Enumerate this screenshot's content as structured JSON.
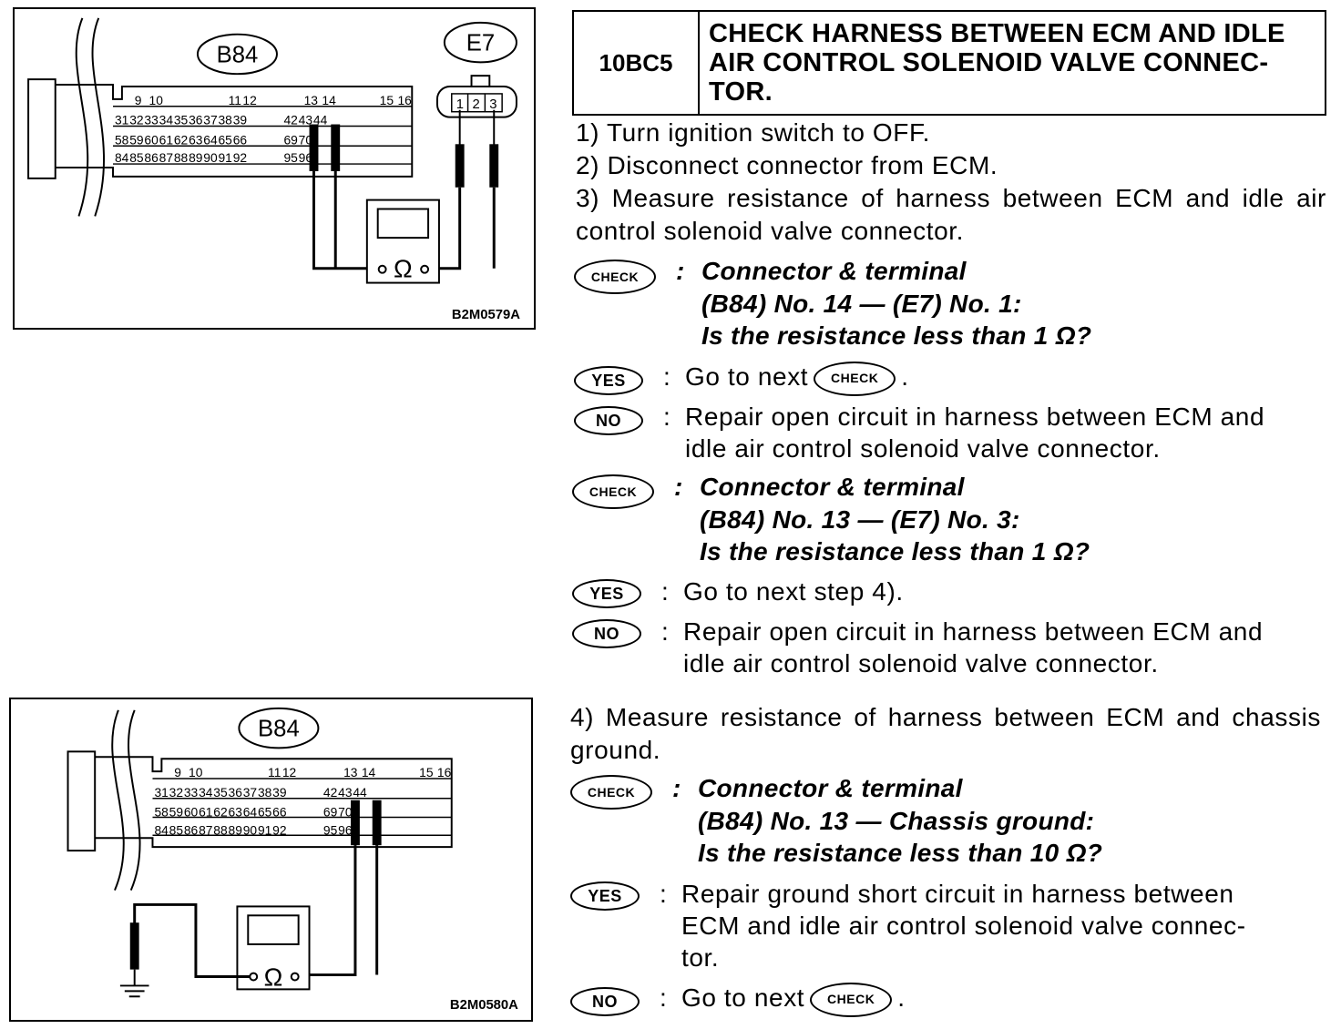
{
  "figures": [
    {
      "caption": "B2M0579A",
      "connector_b84": "B84",
      "connector_e7": "E7",
      "pins_top": [
        "9",
        "10",
        "11",
        "12",
        "13",
        "14",
        "15",
        "16"
      ],
      "pins_row2": [
        "31",
        "32",
        "33",
        "34",
        "35",
        "36",
        "37",
        "38",
        "39",
        "42",
        "43",
        "44"
      ],
      "pins_row3": [
        "58",
        "59",
        "60",
        "61",
        "62",
        "63",
        "64",
        "65",
        "66",
        "69",
        "70"
      ],
      "pins_row4": [
        "84",
        "85",
        "86",
        "87",
        "88",
        "89",
        "90",
        "91",
        "92",
        "95",
        "96"
      ],
      "e7_pins": [
        "1",
        "2",
        "3"
      ],
      "meter_symbol": "Ω"
    },
    {
      "caption": "B2M0580A",
      "connector_b84": "B84",
      "pins_top": [
        "9",
        "10",
        "11",
        "12",
        "13",
        "14",
        "15",
        "16"
      ],
      "pins_row2": [
        "31",
        "32",
        "33",
        "34",
        "35",
        "36",
        "37",
        "38",
        "39",
        "42",
        "43",
        "44"
      ],
      "pins_row3": [
        "58",
        "59",
        "60",
        "61",
        "62",
        "63",
        "64",
        "65",
        "66",
        "69",
        "70"
      ],
      "pins_row4": [
        "84",
        "85",
        "86",
        "87",
        "88",
        "89",
        "90",
        "91",
        "92",
        "95",
        "96"
      ],
      "meter_symbol": "Ω"
    }
  ],
  "header": {
    "step_id": "10BC5",
    "title_lines": [
      "CHECK HARNESS BETWEEN ECM AND IDLE",
      "AIR CONTROL SOLENOID VALVE CONNEC-",
      "TOR."
    ]
  },
  "instructions": {
    "step1": "1)  Turn ignition switch to OFF.",
    "step2": "2)  Disconnect connector from ECM.",
    "step3": "3)  Measure resistance of harness between ECM and idle air control solenoid valve connector.",
    "step4": "4) Measure resistance of harness between ECM and chassis ground."
  },
  "badges": {
    "check": "CHECK",
    "yes": "YES",
    "no": "NO"
  },
  "checks": [
    {
      "lines": [
        "Connector & terminal",
        "(B84) No. 14 — (E7) No. 1:",
        "Is the resistance less than 1 Ω?"
      ],
      "yes_text": "Go to next",
      "yes_suffix": ".",
      "no_text": [
        "Repair open circuit in harness between ECM and",
        "idle air control solenoid valve connector."
      ]
    },
    {
      "lines": [
        "Connector & terminal",
        "(B84) No. 13 — (E7) No. 3:",
        "Is the resistance less than 1 Ω?"
      ],
      "yes_text": "Go to next step 4).",
      "no_text": [
        "Repair open circuit in harness between ECM and",
        "idle air control solenoid valve connector."
      ]
    },
    {
      "lines": [
        "Connector & terminal",
        "(B84) No. 13 — Chassis ground:",
        "Is the resistance less than 10 Ω?"
      ],
      "yes_text": [
        "Repair ground short circuit in harness between",
        "ECM and idle air control solenoid valve connec-",
        "tor."
      ],
      "no_text": "Go to next",
      "no_suffix": "."
    }
  ]
}
